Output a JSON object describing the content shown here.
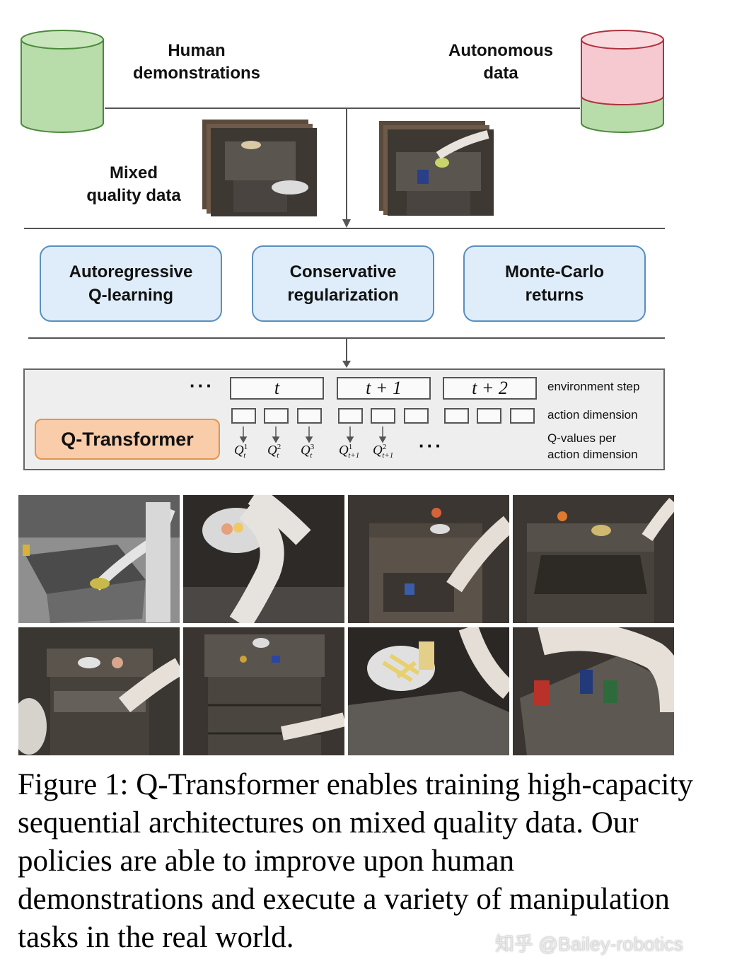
{
  "diagram": {
    "sources": {
      "human": "Human\ndemonstrations",
      "autonomous": "Autonomous\ndata",
      "mixed": "Mixed\nquality data"
    },
    "colors": {
      "human_db": "#b9dcab",
      "autonomous_db_top": "#f5c9cf",
      "autonomous_db_bottom": "#b9dcab",
      "method_box": "#deedf9",
      "q_transformer": "#f9ccaa"
    },
    "methods": [
      "Autoregressive\nQ-learning",
      "Conservative\nregularization",
      "Monte-Carlo\nreturns"
    ],
    "model": "Q-Transformer",
    "steps": [
      "t",
      "t + 1",
      "t + 2"
    ],
    "ellipsis": "···",
    "labels": {
      "environment_step": "environment step",
      "action_dimension": "action dimension",
      "q_values": "Q-values per\naction dimension"
    },
    "q_values": [
      {
        "base": "Q",
        "sup": "1",
        "sub": "t"
      },
      {
        "base": "Q",
        "sup": "2",
        "sub": "t"
      },
      {
        "base": "Q",
        "sup": "3",
        "sub": "t"
      },
      {
        "base": "Q",
        "sup": "1",
        "sub": "t+1"
      },
      {
        "base": "Q",
        "sup": "2",
        "sub": "t+1"
      }
    ]
  },
  "caption": "Figure 1: Q-Transformer enables training high-capacity sequential architectures on mixed quality data. Our policies are able to improve upon human demonstrations and execute a variety of manipulation tasks in the real world.",
  "watermark": "知乎 @Bailey-robotics"
}
